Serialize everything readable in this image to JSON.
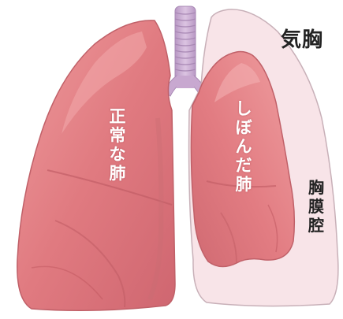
{
  "title": "気胸",
  "labels": {
    "normal_lung": "正常な肺",
    "collapsed_lung": "しぼんだ肺",
    "pleural_cavity": "胸膜腔"
  },
  "colors": {
    "lung_fill": "#e07a80",
    "lung_highlight": "#ee9a9c",
    "lung_shadow": "#c85a62",
    "pleural_space": "#f8e4e8",
    "trachea": "#c8a8d0",
    "outline": "#b8a0a8"
  }
}
